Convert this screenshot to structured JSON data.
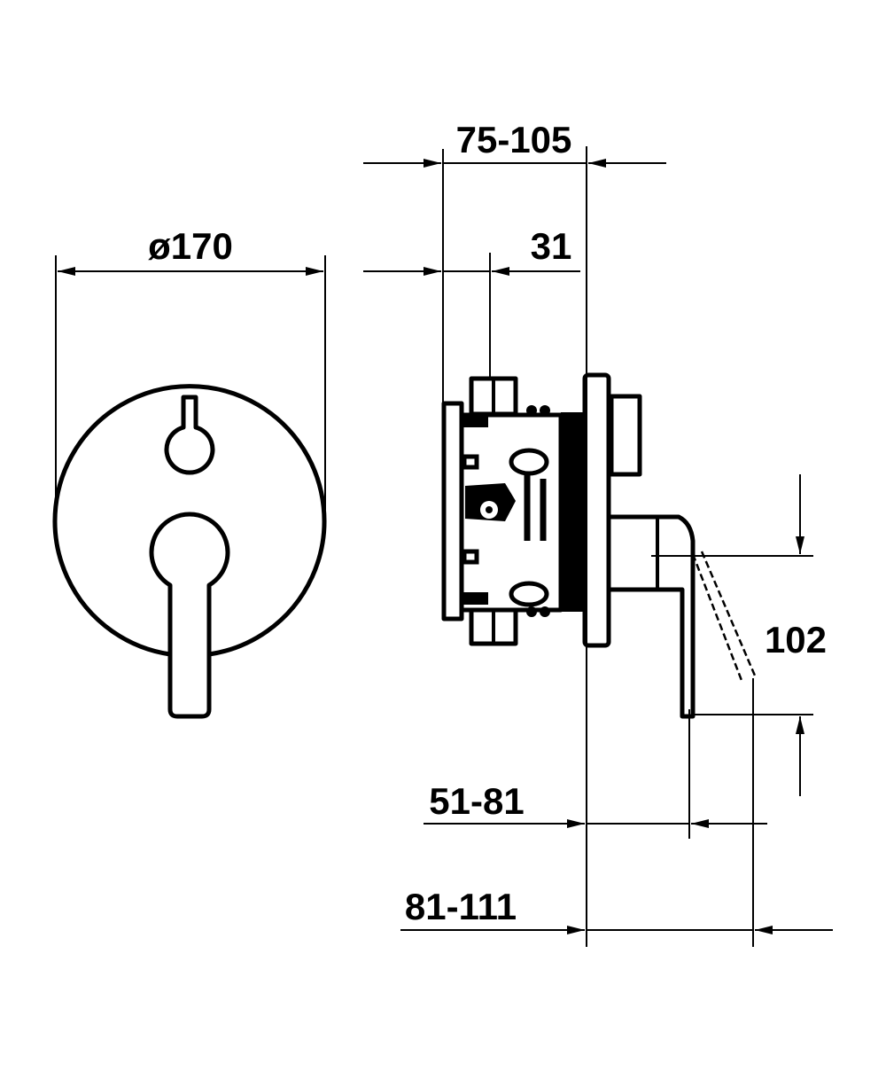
{
  "drawing": {
    "front_view": {
      "diameter_label": "ø170"
    },
    "side_view": {
      "depth_label": "75-105",
      "offset_label": "31",
      "lever_height_label": "102",
      "lever_projection_label": "51-81",
      "total_projection_label": "81-111"
    },
    "line_color": "#000000",
    "background_color": "#ffffff"
  }
}
